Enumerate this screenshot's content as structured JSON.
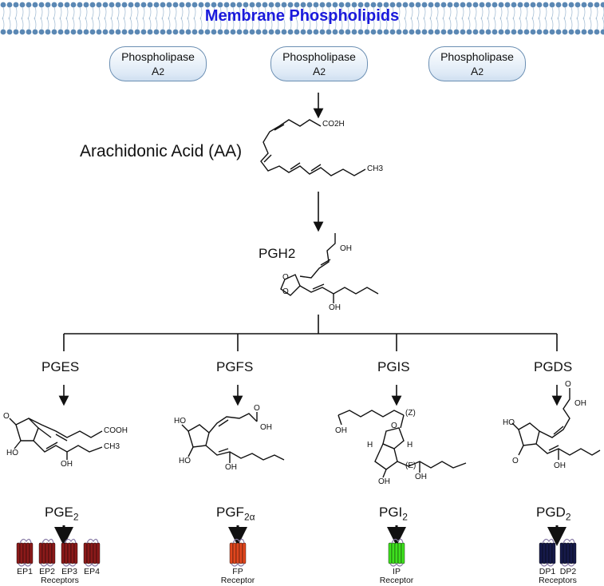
{
  "membrane": {
    "title": "Membrane Phospholipids"
  },
  "enzymes": [
    {
      "line1": "Phospholipase",
      "line2": "A",
      "sub": "2"
    },
    {
      "line1": "Phospholipase",
      "line2": "A",
      "sub": "2"
    },
    {
      "line1": "Phospholipase",
      "line2": "A",
      "sub": "2"
    }
  ],
  "arachidonic": {
    "label": "Arachidonic Acid (AA)",
    "acid_group": "CO2H",
    "methyl": "CH3"
  },
  "pgh2": {
    "label": "PGH2",
    "oh": "OH",
    "oh2": "OH",
    "o1": "O",
    "o2": "O"
  },
  "synthases": [
    "PGES",
    "PGFS",
    "PGIS",
    "PGDS"
  ],
  "products": {
    "pge2": {
      "main": "PGE",
      "sub": "2",
      "cooh": "COOH",
      "ch3": "CH3",
      "ho": "HO",
      "oh": "OH",
      "o": "O"
    },
    "pgf2a": {
      "main": "PGF",
      "sub": "2α",
      "ho1": "HO",
      "ho2": "HO",
      "oh": "OH",
      "oh2": "OH",
      "o": "O"
    },
    "pgi2": {
      "main": "PGI",
      "sub": "2",
      "oh": "OH",
      "oh2": "OH",
      "oh3": "OH",
      "o": "O",
      "h1": "H",
      "h2": "H",
      "z": "(Z)",
      "e": "(E)"
    },
    "pgd2": {
      "main": "PGD",
      "sub": "2",
      "ho": "HO",
      "oh": "OH",
      "oh2": "OH",
      "o": "O",
      "o2": "O"
    }
  },
  "receptors": {
    "ep": {
      "names": [
        "EP1",
        "EP2",
        "EP3",
        "EP4"
      ],
      "caption": "Receptors",
      "color": "#8b1a1a"
    },
    "fp": {
      "names": [
        "FP"
      ],
      "caption": "Receptor",
      "color": "#e0461e"
    },
    "ip": {
      "names": [
        "IP"
      ],
      "caption": "Receptor",
      "color": "#3ee01e"
    },
    "dp": {
      "names": [
        "DP1",
        "DP2"
      ],
      "caption": "Receptors",
      "color": "#161a4a"
    }
  }
}
